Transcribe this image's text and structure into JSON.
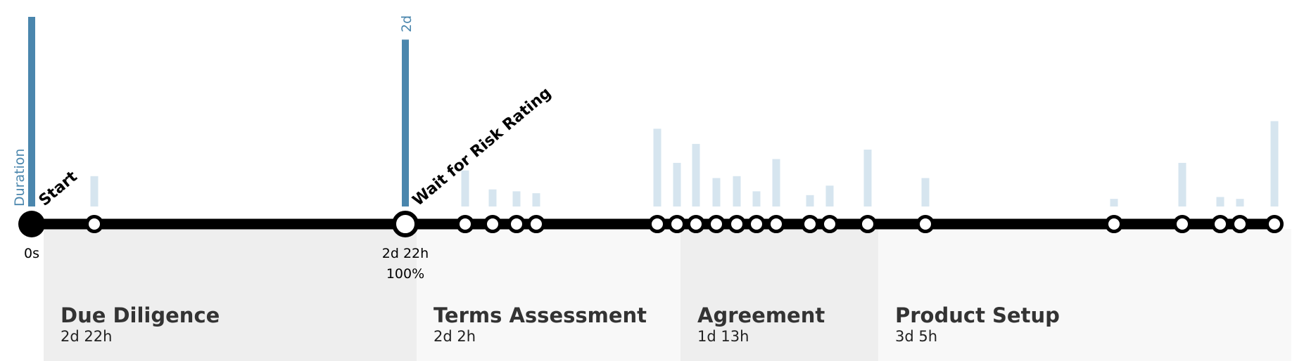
{
  "axis": {
    "measure_label": "Duration",
    "peak_label": "2d",
    "start_time": "0s",
    "marker_time": "2d 22h",
    "marker_pct": "100%"
  },
  "colors": {
    "highlight_bar": "#4a86ad",
    "faint_bar": "#d6e5ef",
    "line": "#000000",
    "phase_dark": "#eeeeee",
    "phase_light": "#f8f8f8",
    "node_fill": "#ffffff"
  },
  "chart_data": {
    "type": "bar",
    "value_unit": "relative duration (peak = 100)",
    "steps": [
      {
        "label": "Start",
        "value": 100,
        "highlight": true,
        "node": "start"
      },
      {
        "label": "",
        "value": 16
      },
      {
        "label": "Wait for Risk Rating",
        "value": 88,
        "highlight": true,
        "node": "large"
      },
      {
        "label": "",
        "value": 19
      },
      {
        "label": "",
        "value": 9
      },
      {
        "label": "",
        "value": 8
      },
      {
        "label": "",
        "value": 7
      },
      {
        "label": "",
        "value": 41
      },
      {
        "label": "",
        "value": 23
      },
      {
        "label": "",
        "value": 33
      },
      {
        "label": "",
        "value": 15
      },
      {
        "label": "",
        "value": 16
      },
      {
        "label": "",
        "value": 8
      },
      {
        "label": "",
        "value": 25
      },
      {
        "label": "",
        "value": 6
      },
      {
        "label": "",
        "value": 11
      },
      {
        "label": "",
        "value": 30
      },
      {
        "label": "",
        "value": 15
      },
      {
        "label": "",
        "value": 4
      },
      {
        "label": "",
        "value": 23
      },
      {
        "label": "",
        "value": 5
      },
      {
        "label": "",
        "value": 4
      },
      {
        "label": "",
        "value": 45
      }
    ]
  },
  "phases": [
    {
      "name": "Due Diligence",
      "duration": "2d 22h",
      "shade": "dark"
    },
    {
      "name": "Terms Assessment",
      "duration": "2d 2h",
      "shade": "light"
    },
    {
      "name": "Agreement",
      "duration": "1d 13h",
      "shade": "dark"
    },
    {
      "name": "Product Setup",
      "duration": "3d 5h",
      "shade": "light"
    }
  ]
}
